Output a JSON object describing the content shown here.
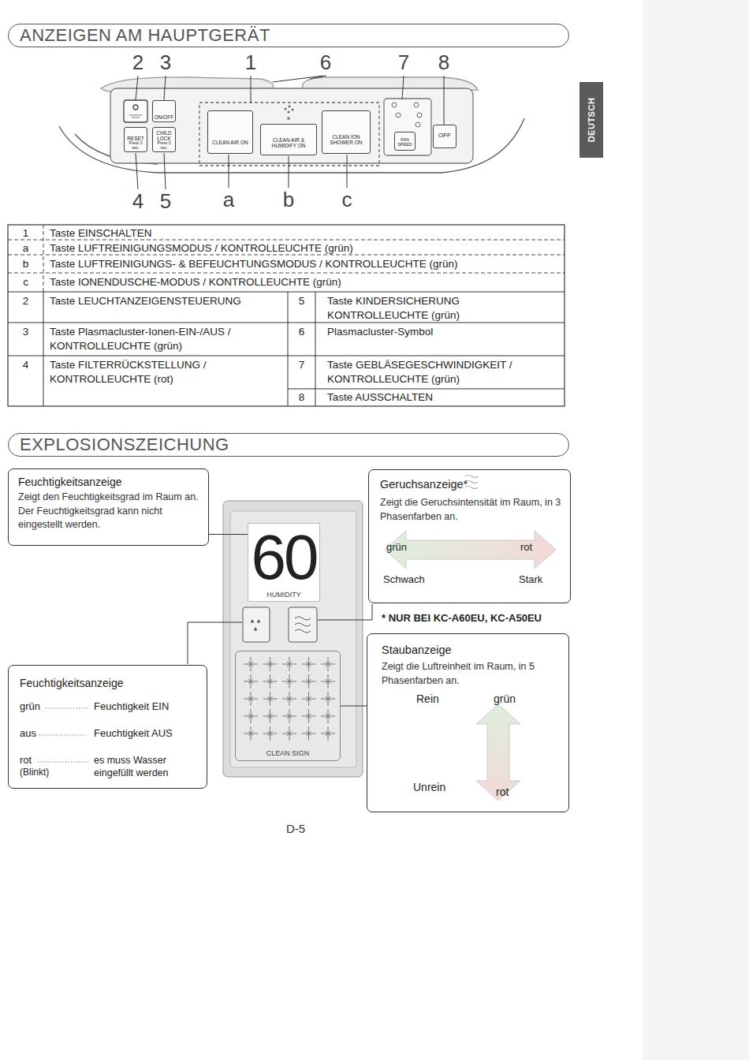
{
  "diagram": {
    "nodes": [
      {
        "text": [
          "ANZEIGEN AM HAUPTGERÄT"
        ]
      },
      {
        "text": [
          "DEUTSCH"
        ]
      },
      {
        "text": [
          "ON/OFF"
        ]
      },
      {
        "text": [
          "RESET",
          "Press 3 sec."
        ]
      },
      {
        "text": [
          "CHILD LOCK",
          "Press 3 sec."
        ]
      },
      {
        "text": [
          "CLEAN AIR ON"
        ]
      },
      {
        "text": [
          "CLEAN AIR & HUMIDIFY ON"
        ]
      },
      {
        "text": [
          "CLEAN ION SHOWER ON"
        ]
      },
      {
        "text": [
          "FAN SPEED"
        ]
      },
      {
        "text": [
          "OFF"
        ]
      },
      {
        "text": [
          "EXPLOSIONSZEICHUNG"
        ]
      },
      {
        "text": [
          "Feuchtigkeitsanzeige",
          "Zeigt den Feuchtigkeitsgrad im Raum an. Der Feuchtigkeitsgrad kann nicht eingestellt werden."
        ]
      },
      {
        "text": [
          "60",
          "HUMIDITY"
        ]
      },
      {
        "text": [
          "Geruchsanzeige*",
          "Zeigt die Geruchsintensität im Raum, in 3 Phasenfarben an.",
          "grün",
          "rot",
          "Schwach",
          "Stark"
        ]
      },
      {
        "text": [
          "CLEAN SIGN"
        ]
      },
      {
        "text": [
          "Feuchtigkeitsanzeige",
          "grün",
          "Feuchtigkeit EIN",
          "aus",
          "Feuchtigkeit AUS",
          "rot",
          "(Blinkt)",
          "es muss Wasser eingefüllt werden"
        ]
      },
      {
        "text": [
          "Staubanzeige",
          "Zeigt die Luftreinheit im Raum, in 5 Phasenfarben an.",
          "Rein",
          "grün",
          "Unrein",
          "rot"
        ]
      }
    ],
    "edges": [
      {
        "from": 11,
        "to": 12,
        "arrow": "none"
      },
      {
        "from": 16,
        "to": 14,
        "arrow": "none"
      }
    ],
    "labels": [
      "2",
      "3",
      "1",
      "6",
      "7",
      "8",
      "4",
      "5",
      "a",
      "b",
      "c",
      "1",
      "Taste EINSCHALTEN",
      "a",
      "Taste LUFTREINIGUNGSMODUS / KONTROLLEUCHTE (grün)",
      "b",
      "Taste LUFTREINIGUNGS- & BEFEUCHTUNGSMODUS / KONTROLLEUCHTE (grün)",
      "c",
      "Taste IONENDUSCHE-MODUS / KONTROLLEUCHTE (grün)",
      "2",
      "Taste LEUCHTANZEIGENSTEUERUNG",
      "5",
      "Taste KINDERSICHERUNG KONTROLLEUCHTE (grün)",
      "3",
      "Taste Plasmacluster-Ionen-EIN-/AUS / KONTROLLEUCHTE (grün)",
      "6",
      "Plasmacluster-Symbol",
      "4",
      "Taste FILTERRÜCKSTELLUNG / KONTROLLEUCHTE (rot)",
      "7",
      "Taste GEBLÄSEGESCHWINDIGKEIT / KONTROLLEUCHTE (grün)",
      "8",
      "Taste AUSSCHALTEN",
      "* NUR BEI KC-A60EU, KC-A50EU",
      "D-5"
    ]
  }
}
